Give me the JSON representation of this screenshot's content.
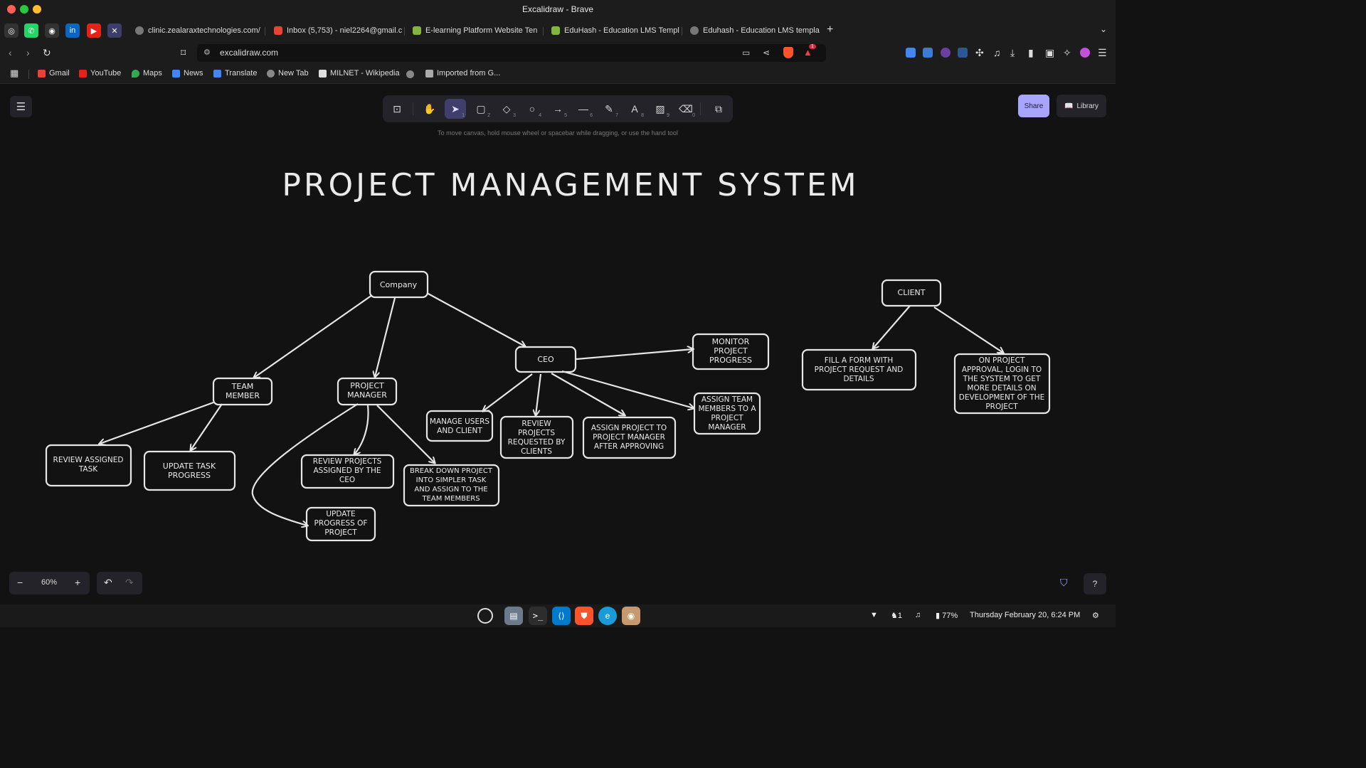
{
  "window": {
    "title": "Excalidraw - Brave"
  },
  "tabs": [
    {
      "label": "clinic.zealaraxtechnologies.com/"
    },
    {
      "label": "Inbox (5,753) - niel2264@gmail.c"
    },
    {
      "label": "E-learning Platform Website Ten"
    },
    {
      "label": "EduHash - Education LMS Templ"
    },
    {
      "label": "Eduhash - Education LMS templa"
    }
  ],
  "address": {
    "url": "excalidraw.com",
    "brave_badge": "1"
  },
  "bookmarks": [
    {
      "label": "Gmail"
    },
    {
      "label": "YouTube"
    },
    {
      "label": "Maps"
    },
    {
      "label": "News"
    },
    {
      "label": "Translate"
    },
    {
      "label": "New Tab"
    },
    {
      "label": "MILNET - Wikipedia"
    },
    {
      "label": "Imported from G..."
    }
  ],
  "toolbar": {
    "tools": [
      {
        "name": "lock",
        "shortcut": ""
      },
      {
        "name": "hand",
        "shortcut": ""
      },
      {
        "name": "selection",
        "shortcut": "1"
      },
      {
        "name": "rectangle",
        "shortcut": "2"
      },
      {
        "name": "diamond",
        "shortcut": "3"
      },
      {
        "name": "ellipse",
        "shortcut": "4"
      },
      {
        "name": "arrow",
        "shortcut": "5"
      },
      {
        "name": "line",
        "shortcut": "6"
      },
      {
        "name": "draw",
        "shortcut": "7"
      },
      {
        "name": "text",
        "shortcut": "8"
      },
      {
        "name": "image",
        "shortcut": "9"
      },
      {
        "name": "eraser",
        "shortcut": "0"
      },
      {
        "name": "extra-tools",
        "shortcut": ""
      }
    ],
    "hint": "To move canvas, hold mouse wheel or spacebar while dragging, or use the hand tool",
    "share_label": "Share",
    "library_label": "Library"
  },
  "diagram": {
    "title": "PROJECT MANAGEMENT SYSTEM",
    "nodes": {
      "company": [
        "Company"
      ],
      "client": [
        "CLIENT"
      ],
      "ceo": [
        "CEO"
      ],
      "team_member": [
        "TEAM",
        "MEMBER"
      ],
      "project_manager": [
        "PROJECT",
        "MANAGER"
      ],
      "monitor": [
        "MONITOR",
        "PROJECT",
        "PROGRESS"
      ],
      "assign_team": [
        "ASSIGN TEAM",
        "MEMBERS TO A",
        "PROJECT",
        "MANAGER"
      ],
      "manage_users": [
        "MANAGE USERS",
        "AND CLIENT"
      ],
      "review_projects": [
        "REVIEW",
        "PROJECTS",
        "REQUESTED BY",
        "CLIENTS"
      ],
      "assign_project": [
        "ASSIGN PROJECT TO",
        "PROJECT MANAGER",
        "AFTER APPROVING"
      ],
      "review_task": [
        "REVIEW ASSIGNED",
        "TASK"
      ],
      "update_task": [
        "UPDATE TASK",
        "PROGRESS"
      ],
      "review_assigned": [
        "REVIEW PROJECTS",
        "ASSIGNED BY THE",
        "CEO"
      ],
      "break_down": [
        "BREAK DOWN PROJECT",
        "INTO SIMPLER TASK",
        "AND ASSIGN TO THE",
        "TEAM MEMBERS"
      ],
      "update_progress": [
        "UPDATE",
        "PROGRESS OF",
        "PROJECT"
      ],
      "fill_form": [
        "FILL A FORM WITH",
        "PROJECT REQUEST AND",
        "DETAILS"
      ],
      "on_approval": [
        "ON PROJECT",
        "APPROVAL, LOGIN TO",
        "THE SYSTEM TO GET",
        "MORE DETAILS ON",
        "DEVELOPMENT OF THE",
        "PROJECT"
      ]
    }
  },
  "footer": {
    "zoom": "60%"
  },
  "taskbar": {
    "battery": "77%",
    "datetime": "Thursday February 20, 6:24 PM",
    "notif": "1"
  },
  "colors": {
    "canvas": "#121212",
    "stroke": "#e6e6e6",
    "accent": "#a8a5ff",
    "active_tool": "#403e6a"
  }
}
